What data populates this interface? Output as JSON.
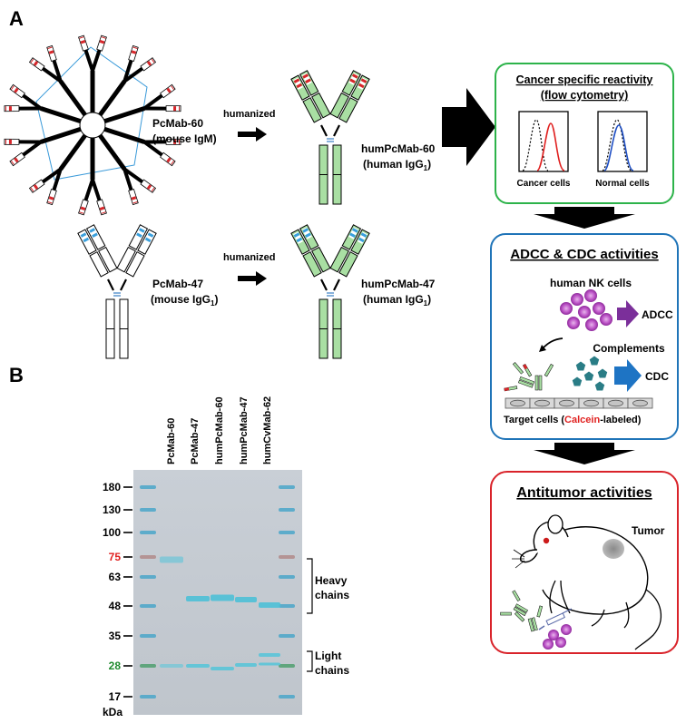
{
  "panel_a": {
    "letter": "A",
    "igm": {
      "name": "PcMab-60",
      "isotype": "(mouse IgM)"
    },
    "arrow_label_1": "humanized",
    "hum60": {
      "name": "humPcMab-60",
      "isotype_prefix": "(human IgG",
      "isotype_sub": "1",
      "isotype_suffix": ")"
    },
    "igg47": {
      "name": "PcMab-47",
      "isotype_prefix": "(mouse IgG",
      "isotype_sub": "1",
      "isotype_suffix": ")"
    },
    "arrow_label_2": "humanized",
    "hum47": {
      "name": "humPcMab-47",
      "isotype_prefix": "(human IgG",
      "isotype_sub": "1",
      "isotype_suffix": ")"
    }
  },
  "flow_box": {
    "title_1": "Cancer specific reactivity",
    "title_2": "(flow cytometry)",
    "cancer_label": "Cancer cells",
    "normal_label": "Normal cells"
  },
  "adcc_box": {
    "title": "ADCC & CDC  activities",
    "nk_label": "human NK cells",
    "adcc_label": "ADCC",
    "complements_label": "Complements",
    "cdc_label": "CDC",
    "target_prefix": "Target cells (",
    "target_highlight": "Calcein",
    "target_suffix": "-labeled)"
  },
  "antitumor_box": {
    "title": "Antitumor activities",
    "tumor_label": "Tumor"
  },
  "panel_b": {
    "letter": "B",
    "lanes": [
      "PcMab-60",
      "PcMab-47",
      "humPcMab-60",
      "humPcMab-47",
      "humCvMab-62"
    ],
    "markers": [
      "180",
      "130",
      "100",
      "75",
      "63",
      "48",
      "35",
      "28",
      "17"
    ],
    "unit": "kDa",
    "heavy_1": "Heavy",
    "heavy_2": "chains",
    "light_1": "Light",
    "light_2": "chains"
  },
  "colors": {
    "green_box": "#2db34a",
    "blue_box": "#1f74b8",
    "red_box": "#d9232a",
    "marker_red": "#e0201f",
    "marker_green": "#1f8a2e",
    "domain_green": "#a9dfa3",
    "epitope_red": "#d8262a",
    "epitope_blue": "#3aa0dd",
    "nk_purple": "#b34fbf",
    "adcc_arrow": "#7b2f9a",
    "cdc_arrow": "#1e74c4",
    "complement_teal": "#2a7d86"
  }
}
